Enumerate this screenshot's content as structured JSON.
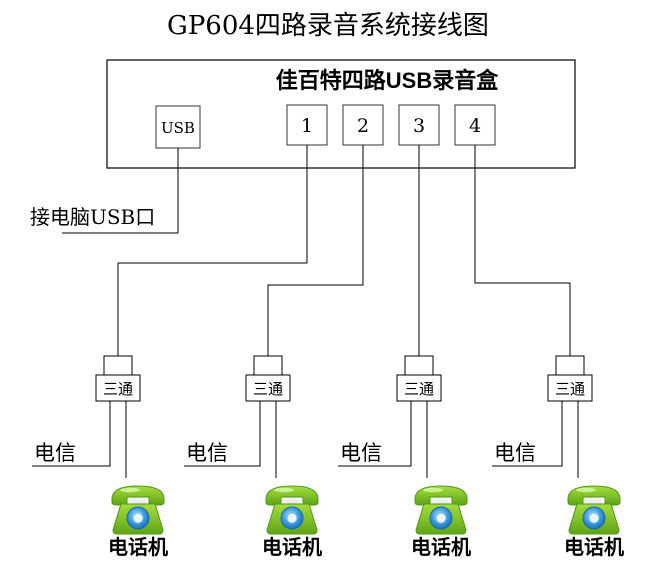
{
  "title": "GP604四路录音系统接线图",
  "box": {
    "label": "佳百特四路USB录音盒",
    "usb_port": "USB",
    "ports": [
      "1",
      "2",
      "3",
      "4"
    ]
  },
  "pc_connection": "接电脑USB口",
  "splitters": [
    {
      "label": "三通",
      "line_label": "电信",
      "phone_label": "电话机"
    },
    {
      "label": "三通",
      "line_label": "电信",
      "phone_label": "电话机"
    },
    {
      "label": "三通",
      "line_label": "电信",
      "phone_label": "电话机"
    },
    {
      "label": "三通",
      "line_label": "电信",
      "phone_label": "电话机"
    }
  ],
  "colors": {
    "line": "#000000",
    "port_border": "#333333",
    "phone_green": "#7cc324",
    "phone_dark": "#4f9a12",
    "phone_face": "#2f8fd0"
  }
}
